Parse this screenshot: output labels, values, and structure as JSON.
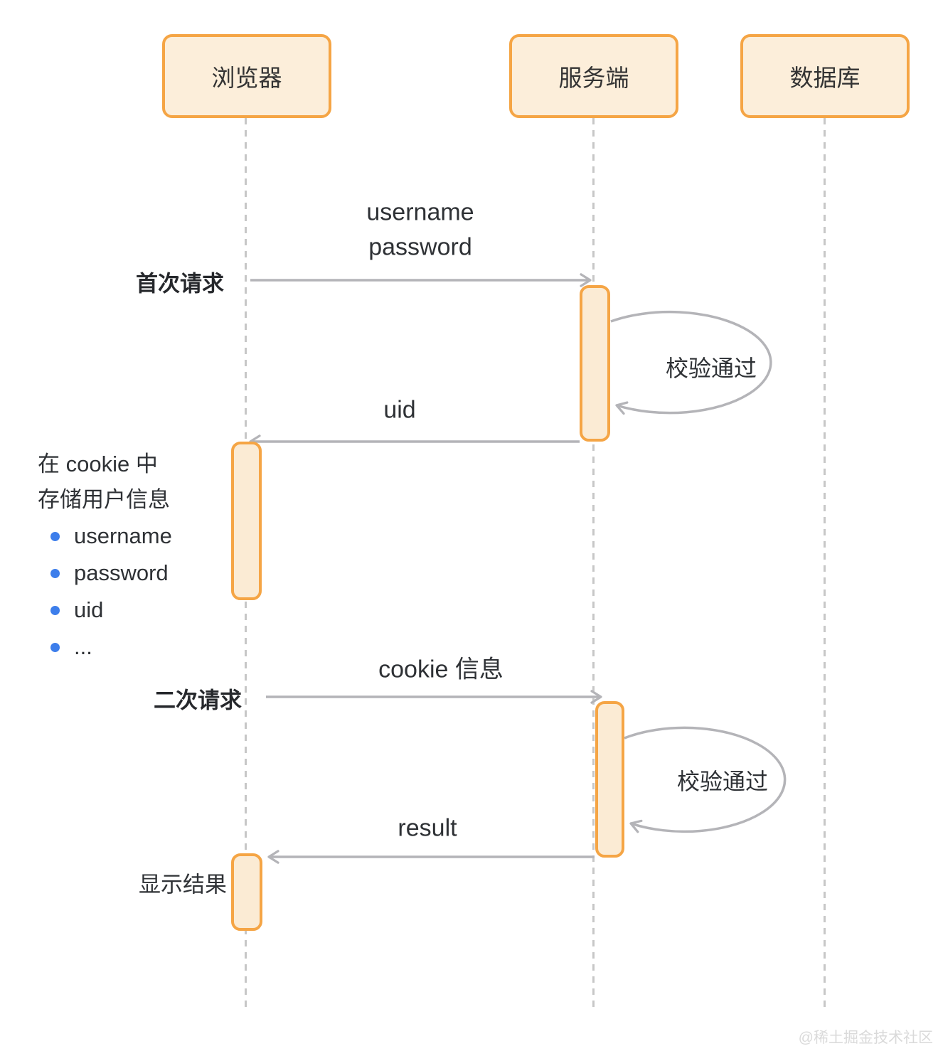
{
  "actors": [
    {
      "label": "浏览器"
    },
    {
      "label": "服务端"
    },
    {
      "label": "数据库"
    }
  ],
  "flow_first": {
    "side_label": "首次请求",
    "request_line1": "username",
    "request_line2": "password",
    "self_loop_label": "校验通过",
    "response_label": "uid"
  },
  "cookie_note": {
    "line1": "在 cookie 中",
    "line2": "存储用户信息",
    "items": [
      {
        "label": "username"
      },
      {
        "label": "password"
      },
      {
        "label": "uid"
      },
      {
        "label": "..."
      }
    ]
  },
  "flow_second": {
    "side_label": "二次请求",
    "request_label": "cookie 信息",
    "self_loop_label": "校验通过",
    "response_label": "result",
    "result_side_label": "显示结果"
  },
  "watermark": "@稀土掘金技术社区",
  "colors": {
    "actor_fill": "#FCEEDA",
    "actor_border": "#F5A545",
    "activation_fill": "#FBEBD4",
    "connector_gray": "#B4B4B8",
    "lifeline_gray": "#C7C7C7",
    "text_dark": "#2E3135",
    "bullet_blue": "#3D7EEB",
    "watermark_gray": "#DADADA"
  }
}
